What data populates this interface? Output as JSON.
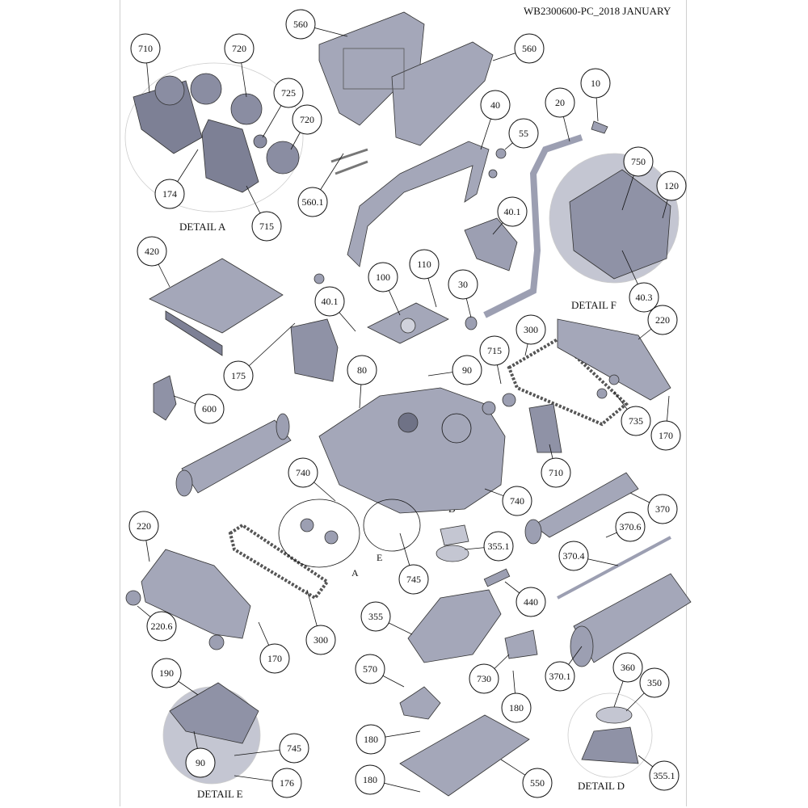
{
  "document": {
    "code": "WB2300600-PC_2018 JANUARY"
  },
  "details": {
    "a": "DETAIL A",
    "d": "DETAIL D",
    "e": "DETAIL E",
    "f": "DETAIL F"
  },
  "letters": {
    "a": "A",
    "d": "D",
    "e": "E",
    "f": "F"
  },
  "callouts": [
    "710",
    "720",
    "725",
    "720",
    "174",
    "715",
    "560",
    "560",
    "10",
    "20",
    "40",
    "55",
    "560.1",
    "40.1",
    "750",
    "120",
    "40.3",
    "420",
    "100",
    "110",
    "30",
    "40.1",
    "175",
    "90",
    "80",
    "300",
    "715",
    "220",
    "735",
    "170",
    "600",
    "F",
    "710",
    "740",
    "740",
    "370",
    "D",
    "355.1",
    "370.6",
    "370.4",
    "220",
    "440",
    "745",
    "300",
    "170",
    "220.6",
    "355",
    "730",
    "180",
    "370.1",
    "570",
    "190",
    "360",
    "350",
    "180",
    "745",
    "90",
    "176",
    "550",
    "180",
    "355.1"
  ],
  "colors": {
    "part_fill": "#9c9fb2",
    "part_dark": "#6f7286",
    "part_light": "#c4c6d2",
    "outline": "#333333"
  }
}
